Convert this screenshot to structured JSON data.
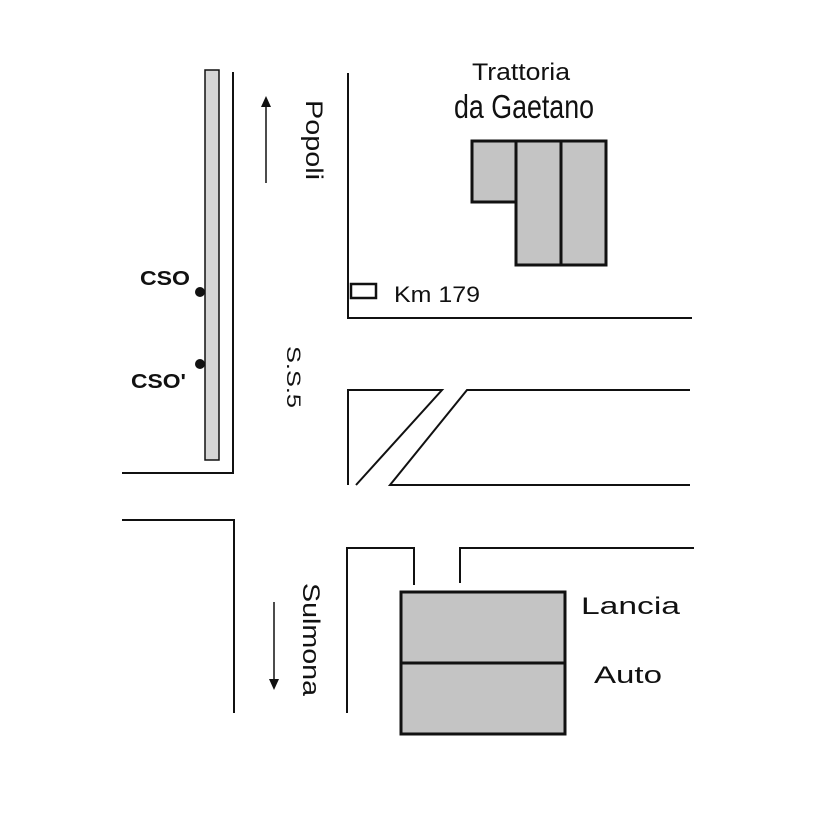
{
  "title": {
    "line1": "Trattoria",
    "line2": "da Gaetano"
  },
  "directions": {
    "north": "Popoli",
    "south": "Sulmona"
  },
  "road": {
    "name": "S.S.5",
    "km_marker": "Km 179"
  },
  "points": {
    "cso": "CSO",
    "cso_prime": "CSO'"
  },
  "dealer": {
    "line1": "Lancia",
    "line2": "Auto"
  },
  "colors": {
    "building_fill": "#c4c4c4",
    "ink": "#111111",
    "platform_fill": "#d6d6d6"
  }
}
